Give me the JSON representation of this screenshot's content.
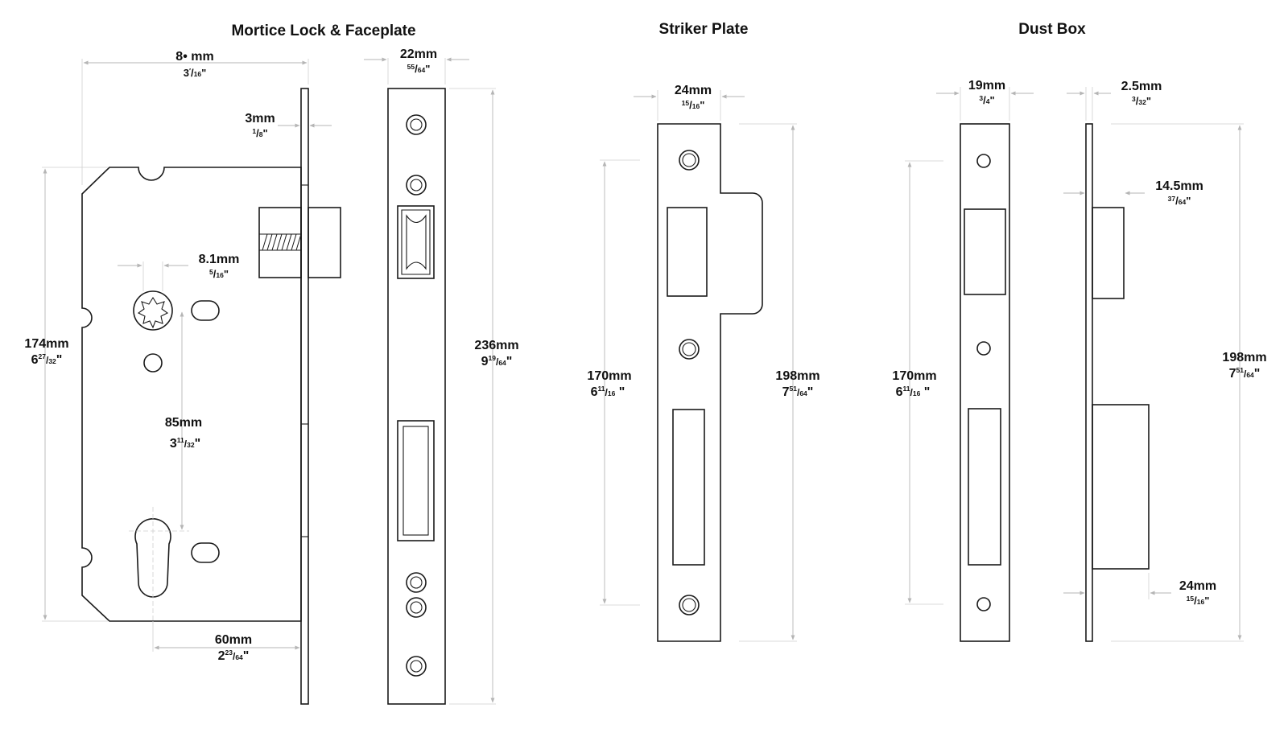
{
  "titles": {
    "mortice": "Mortice Lock & Faceplate",
    "striker": "Striker Plate",
    "dustbox": "Dust Box"
  },
  "dimensions": {
    "backset": {
      "mm": "8• mm",
      "in_whole": "3",
      "in_num": "′",
      "in_den": "16",
      "in_mark": "\""
    },
    "faceplate_thick": {
      "mm": "3mm",
      "in_whole": "",
      "in_num": "1",
      "in_den": "8",
      "in_mark": "\""
    },
    "spindle": {
      "mm": "8.1mm",
      "in_whole": "",
      "in_num": "5",
      "in_den": "16",
      "in_mark": "\""
    },
    "lock_height": {
      "mm": "174mm",
      "in_whole": "6",
      "in_num": "27",
      "in_den": "32",
      "in_mark": "\""
    },
    "centres": {
      "mm": "85mm",
      "in_whole": "3",
      "in_num": "11",
      "in_den": "32",
      "in_mark": "\""
    },
    "backset_60": {
      "mm": "60mm",
      "in_whole": "2",
      "in_num": "23",
      "in_den": "64",
      "in_mark": "\""
    },
    "faceplate_width": {
      "mm": "22mm",
      "in_whole": "",
      "in_num": "55",
      "in_den": "64",
      "in_mark": "\""
    },
    "faceplate_height": {
      "mm": "236mm",
      "in_whole": "9",
      "in_num": "19",
      "in_den": "64",
      "in_mark": "\""
    },
    "striker_width": {
      "mm": "24mm",
      "in_whole": "",
      "in_num": "15",
      "in_den": "16",
      "in_mark": "\""
    },
    "striker_centres": {
      "mm": "170mm",
      "in_whole": "6",
      "in_num": "11",
      "in_den": "16",
      "in_mark": " \""
    },
    "striker_height": {
      "mm": "198mm",
      "in_whole": "7",
      "in_num": "51",
      "in_den": "64",
      "in_mark": "\""
    },
    "dust_width": {
      "mm": "19mm",
      "in_whole": "",
      "in_num": "3",
      "in_den": "4",
      "in_mark": "\""
    },
    "dust_centres": {
      "mm": "170mm",
      "in_whole": "6",
      "in_num": "11",
      "in_den": "16",
      "in_mark": " \""
    },
    "dust_thick": {
      "mm": "2.5mm",
      "in_whole": "",
      "in_num": "3",
      "in_den": "32",
      "in_mark": "\""
    },
    "dust_depth": {
      "mm": "14.5mm",
      "in_whole": "",
      "in_num": "37",
      "in_den": "64",
      "in_mark": "\""
    },
    "dust_height": {
      "mm": "198mm",
      "in_whole": "7",
      "in_num": "51",
      "in_den": "64",
      "in_mark": "\""
    },
    "dust_box_depth": {
      "mm": "24mm",
      "in_whole": "",
      "in_num": "15",
      "in_den": "16",
      "in_mark": "\""
    }
  }
}
